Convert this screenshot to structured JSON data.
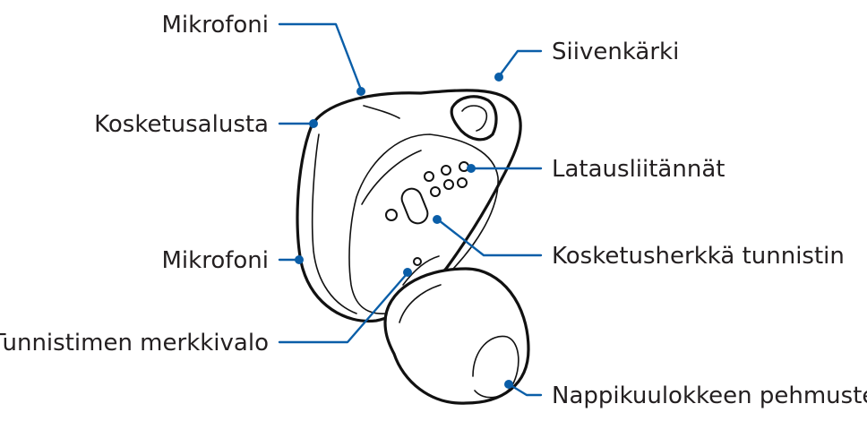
{
  "labels": {
    "microphone_top": "Mikrofoni",
    "touchpad": "Kosketusalusta",
    "microphone_bottom": "Mikrofoni",
    "sensor_indicator": "Tunnistimen merkkivalo",
    "wing_tip": "Siivenkärki",
    "charging_contacts": "Latausliitännät",
    "touch_sensor": "Kosketusherkkä tunnistin",
    "ear_tip": "Nappikuulokkeen pehmuste"
  },
  "colors": {
    "leader_line": "#0a5ea8",
    "outline": "#111111",
    "text": "#231f20"
  }
}
